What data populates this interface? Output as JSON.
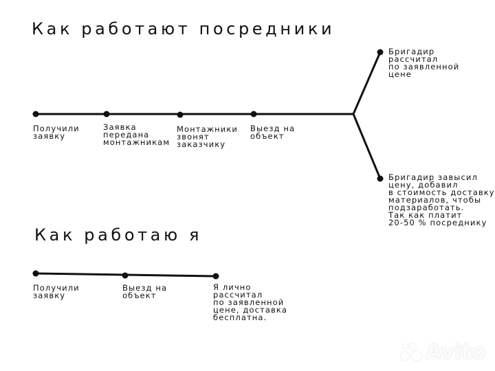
{
  "intermediaries": {
    "title": "Как работают посредники",
    "steps": [
      "Получили\nзаявку",
      "Заявка\nпередана\nмонтажникам",
      "Монтажники\nзвонят\nзаказчику",
      "Выезд на\nобъект"
    ],
    "outcome_top": "Бригадир\nрассчитал\nпо заявленной\nцене",
    "outcome_bottom": "Бригадир завысил\nцену, добавил\nв стоимость доставку\nматериалов, чтобы\nподзаработать.\nТак как платит\n20-50 % посреднику"
  },
  "me": {
    "title": "Как работаю я",
    "steps": [
      "Получили\nзаявку",
      "Выезд на\nобъект",
      "Я лично\nрассчитал\nпо заявленной\nцене, доставка\nбесплатна."
    ]
  },
  "watermark": "Avito",
  "colors": {
    "line": "#111111",
    "text": "#111111",
    "background": "#ffffff"
  }
}
